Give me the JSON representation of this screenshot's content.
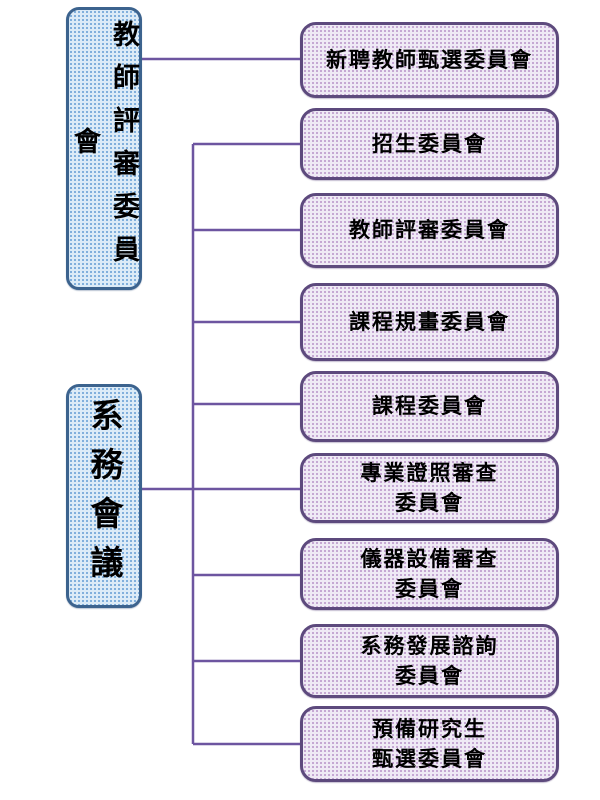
{
  "diagram": {
    "parents": [
      {
        "id": "teacher-evaluation-committee-parent",
        "label": "教師評審委員會"
      },
      {
        "id": "department-affairs-meeting",
        "label": "系務會議"
      }
    ],
    "committees": [
      {
        "label": "新聘教師甄選委員會"
      },
      {
        "label": "招生委員會"
      },
      {
        "label": "教師評審委員會"
      },
      {
        "label": "課程規畫委員會"
      },
      {
        "label": "課程委員會"
      },
      {
        "label": "專業證照審查\n委員會"
      },
      {
        "label": "儀器設備審查\n委員會"
      },
      {
        "label": "系務發展諮詢\n委員會"
      },
      {
        "label": "預備研究生\n甄選委員會"
      }
    ],
    "edges": [
      {
        "from": "教師評審委員會",
        "to": [
          "新聘教師甄選委員會"
        ]
      },
      {
        "from": "系務會議",
        "to": [
          "招生委員會",
          "教師評審委員會",
          "課程規畫委員會",
          "課程委員會",
          "專業證照審查委員會",
          "儀器設備審查委員會",
          "系務發展諮詢委員會",
          "預備研究生甄選委員會"
        ]
      }
    ],
    "colors": {
      "parent_fill": "#aecbe8",
      "parent_border": "#3c638e",
      "committee_fill": "#d3c9e2",
      "committee_border": "#5d4a7d",
      "connector": "#6d55a0",
      "text": "#000000",
      "background": "#ffffff"
    }
  }
}
